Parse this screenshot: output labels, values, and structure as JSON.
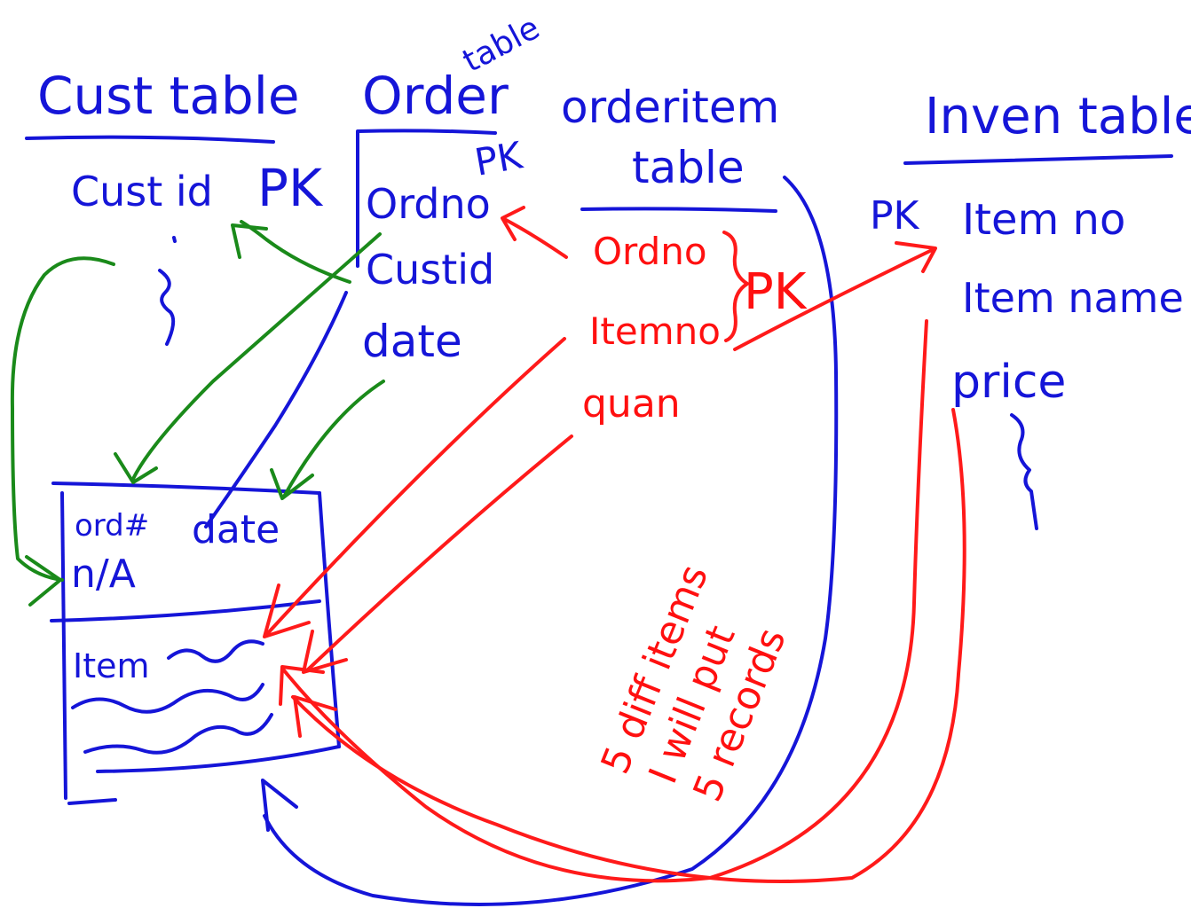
{
  "colors": {
    "ink_blue": "#1515d8",
    "ink_red": "#ff1010",
    "ink_green": "#1a8a1a",
    "background": "#ffffff"
  },
  "cust_table": {
    "title": "Cust table",
    "fields": [
      {
        "name": "Cust id",
        "key": "PK"
      }
    ]
  },
  "order_table": {
    "title": "Order",
    "title_superscript": "table",
    "fields": [
      {
        "name": "Ordno",
        "key": "PK"
      },
      {
        "name": "Custid"
      },
      {
        "name": "date"
      }
    ]
  },
  "orderitem_table": {
    "title_line1": "orderitem",
    "title_line2": "table",
    "fields": [
      "Ordno",
      "Itemno",
      "quan"
    ],
    "key": "PK"
  },
  "inven_table": {
    "title": "Inven table",
    "key": "PK",
    "fields": [
      "Item no",
      "Item name",
      "price"
    ]
  },
  "form": {
    "order_no_label": "ord#",
    "date_label": "date",
    "name_label": "n/A",
    "item_label": "Item"
  },
  "note": {
    "line1": "5 diff items",
    "line2": "I will put",
    "line3": "5 records"
  }
}
